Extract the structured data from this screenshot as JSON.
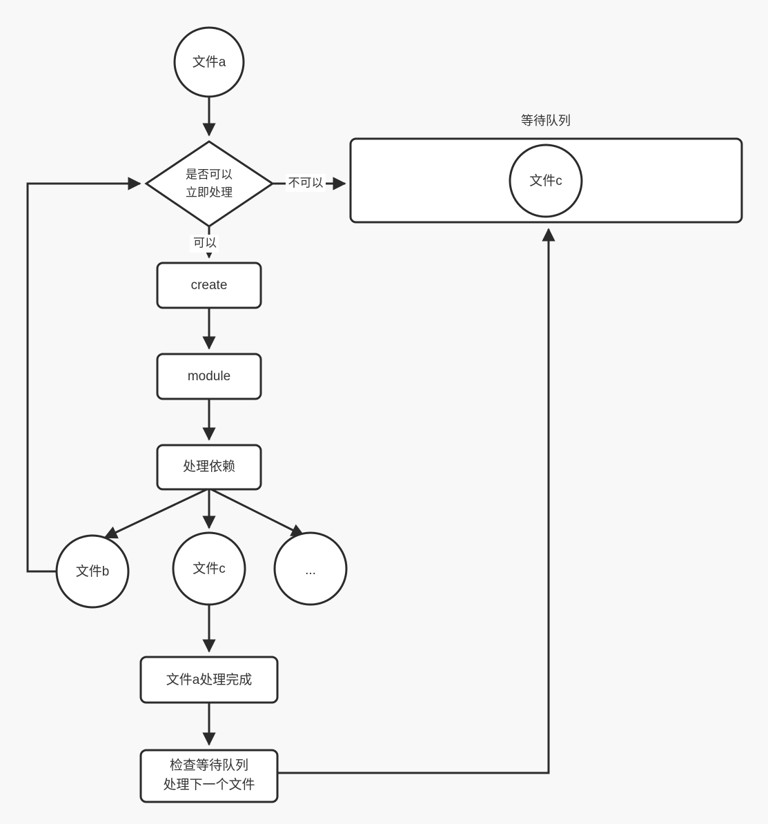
{
  "diagram": {
    "title": "",
    "background_color": "#f8f8f8",
    "stroke_color": "#2b2b2b",
    "fill_color": "#ffffff",
    "text_color": "#333333",
    "nodes": {
      "file_a": {
        "label": "文件a",
        "shape": "circle"
      },
      "decision": {
        "label_line1": "是否可以",
        "label_line2": "立即处理",
        "shape": "diamond"
      },
      "create": {
        "label": "create",
        "shape": "rounded-rect"
      },
      "module": {
        "label": "module",
        "shape": "rounded-rect"
      },
      "handle_deps": {
        "label": "处理依赖",
        "shape": "rounded-rect"
      },
      "file_b": {
        "label": "文件b",
        "shape": "circle"
      },
      "file_c": {
        "label": "文件c",
        "shape": "circle"
      },
      "file_more": {
        "label": "...",
        "shape": "circle"
      },
      "file_a_done": {
        "label": "文件a处理完成",
        "shape": "rounded-rect"
      },
      "check_queue": {
        "label_line1": "检查等待队列",
        "label_line2": "处理下一个文件",
        "shape": "rounded-rect"
      },
      "queue_box": {
        "title": "等待队列",
        "shape": "rounded-rect"
      },
      "queue_file_c": {
        "label": "文件c",
        "shape": "circle"
      }
    },
    "edge_labels": {
      "cannot": "不可以",
      "can": "可以"
    }
  }
}
